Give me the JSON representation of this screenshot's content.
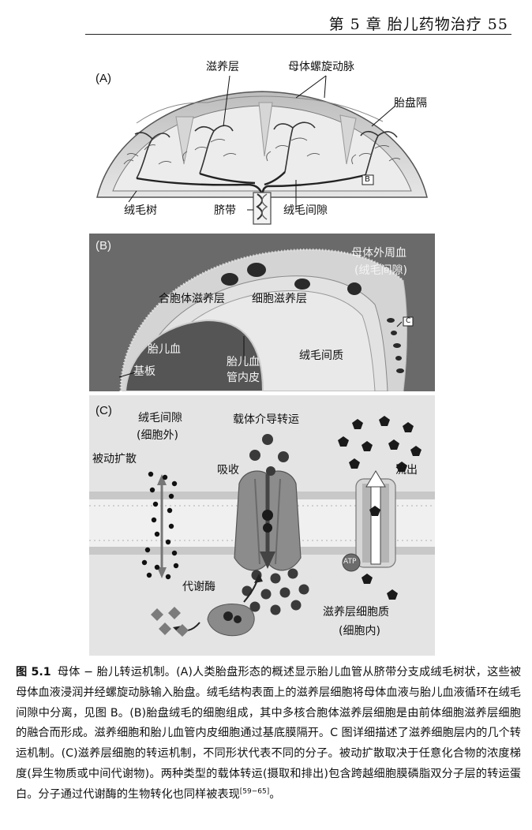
{
  "header": {
    "running_head": "第 5 章   胎儿药物治疗  55"
  },
  "panel_a": {
    "letter": "(A)",
    "labels": {
      "trophoblast": "滋养层",
      "spiral_artery": "母体螺旋动脉",
      "septum": "胎盘隔",
      "villous_tree": "绒毛树",
      "umbilical_cord": "脐带",
      "intervillous_space": "绒毛间隙",
      "b_marker": "B"
    }
  },
  "panel_b": {
    "letter": "(B)",
    "labels": {
      "maternal_blood_1": "母体外周血",
      "maternal_blood_2": "(绒毛间隙)",
      "syncytiotrophoblast": "合胞体滋养层",
      "cytotrophoblast": "细胞滋养层",
      "fetal_blood": "胎儿血",
      "basal_lamina": "基板",
      "endothelium_1": "胎儿血",
      "endothelium_2": "管内皮",
      "villous_stroma": "绒毛间质",
      "c_marker": "C"
    }
  },
  "panel_c": {
    "letter": "(C)",
    "labels": {
      "extracellular_1": "绒毛间隙",
      "extracellular_2": "(细胞外)",
      "carrier_mediated": "载体介导转运",
      "passive_diffusion": "被动扩散",
      "uptake": "吸收",
      "efflux": "流出",
      "atp": "ATP",
      "metabolic_enzyme": "代谢酶",
      "cytoplasm_1": "滋养层细胞质",
      "cytoplasm_2": "(细胞内)"
    }
  },
  "caption": {
    "figure_number": "图 5.1",
    "text": "母体 − 胎儿转运机制。(A)人类胎盘形态的概述显示胎儿血管从脐带分支成绒毛树状，这些被母体血液浸润并经螺旋动脉输入胎盘。绒毛结构表面上的滋养层细胞将母体血液与胎儿血液循环在绒毛间隙中分离，见图 B。(B)胎盘绒毛的细胞组成，其中多核合胞体滋养层细胞是由前体细胞滋养层细胞的融合而形成。滋养细胞和胎儿血管内皮细胞通过基底膜隔开。C 图详细描述了滋养细胞层内的几个转运机制。(C)滋养层细胞的转运机制，不同形状代表不同的分子。被动扩散取决于任意化合物的浓度梯度(异生物质或中间代谢物)。两种类型的载体转运(摄取和排出)包含跨越细胞膜磷脂双分子层的转运蛋白。分子通过代谢酶的生物转化也同样被表现",
    "reference": "[59−65]",
    "end": "。"
  }
}
